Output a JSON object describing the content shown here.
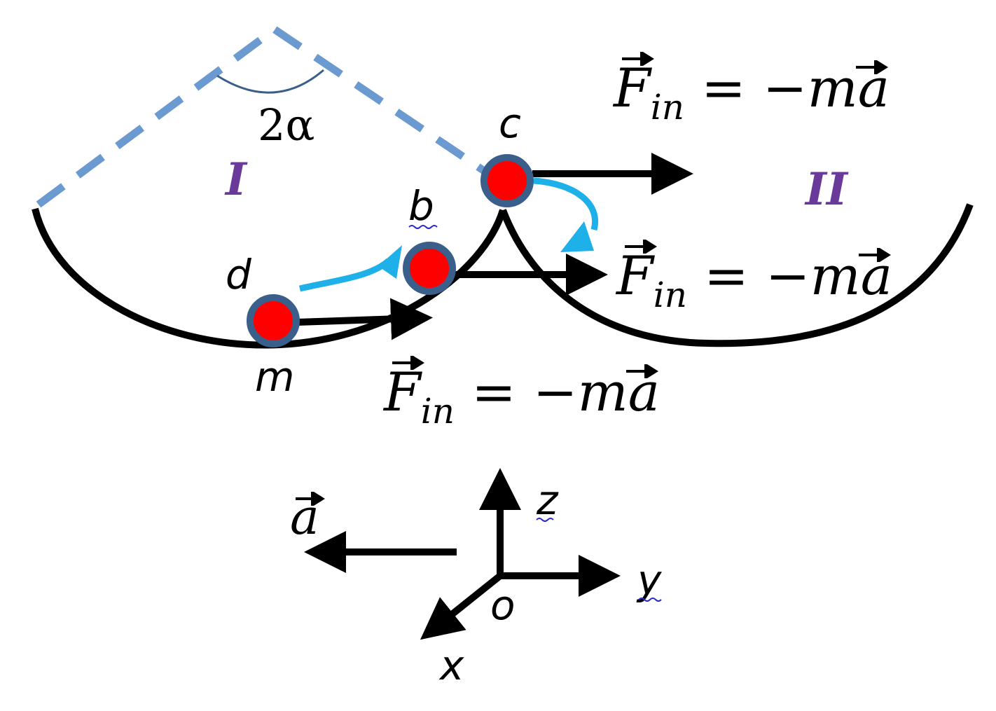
{
  "colors": {
    "curve": "#000000",
    "dashed": "#6a9ad0",
    "ball_fill": "#ff0000",
    "ball_ring": "#3a5f8a",
    "motion_arrow": "#1eb0e8",
    "region_label": "#6a3a9a",
    "arc": "#3a5f8a"
  },
  "diagram": {
    "angle_label": "2α",
    "region_left": "I",
    "region_right": "II",
    "points": {
      "d": "d",
      "b": "b",
      "c": "c",
      "m": "m"
    },
    "force_eq": {
      "F": "F",
      "sub": "in",
      "rest": " = −m",
      "a": "a"
    },
    "axes": {
      "z": "z",
      "y": "y",
      "x": "x",
      "o": "o",
      "accel": "a"
    }
  }
}
